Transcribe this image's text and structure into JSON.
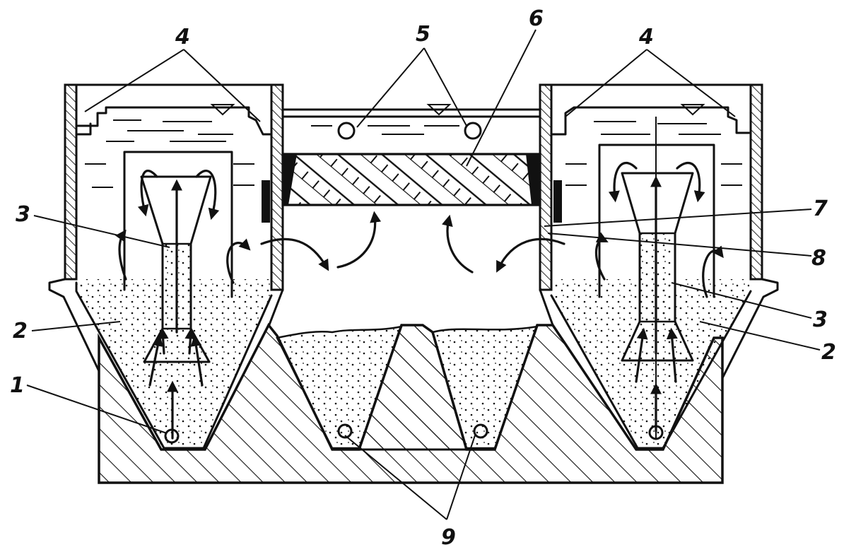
{
  "diagram": {
    "callouts": [
      {
        "id": "c1",
        "text": "1"
      },
      {
        "id": "c2-left",
        "text": "2"
      },
      {
        "id": "c2-right",
        "text": "2"
      },
      {
        "id": "c3-left",
        "text": "3"
      },
      {
        "id": "c3-right",
        "text": "3"
      },
      {
        "id": "c4-left",
        "text": "4"
      },
      {
        "id": "c4-right",
        "text": "4"
      },
      {
        "id": "c5",
        "text": "5"
      },
      {
        "id": "c6",
        "text": "6"
      },
      {
        "id": "c7",
        "text": "7"
      },
      {
        "id": "c8",
        "text": "8"
      },
      {
        "id": "c9",
        "text": "9"
      }
    ]
  }
}
